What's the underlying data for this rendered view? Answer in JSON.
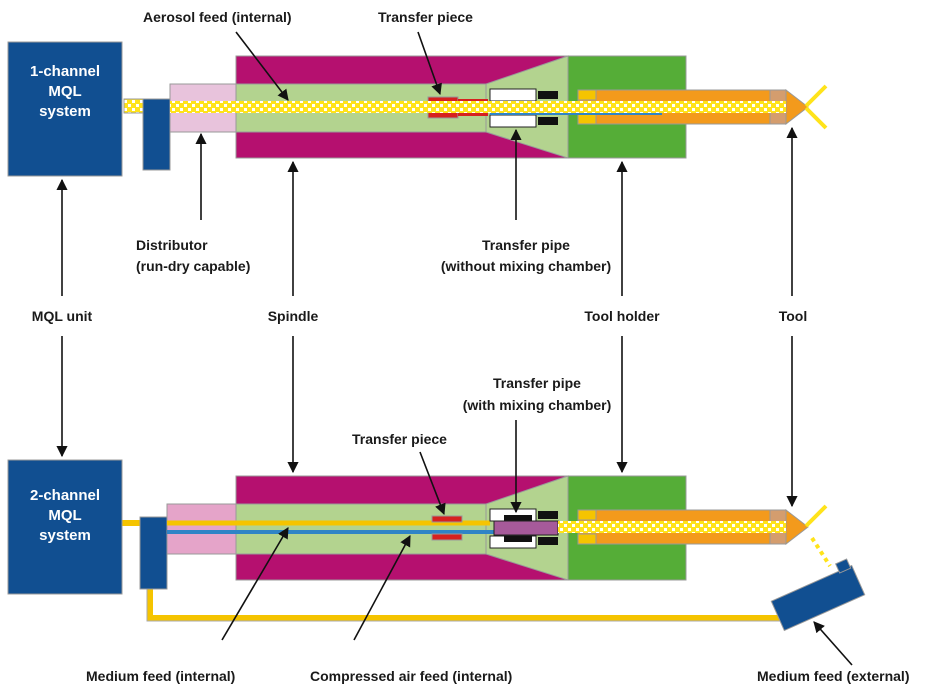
{
  "units": {
    "top": [
      "1-channel",
      "MQL",
      "system"
    ],
    "bottom": [
      "2-channel",
      "MQL",
      "system"
    ]
  },
  "labels": {
    "aerosol_feed": "Aerosol feed (internal)",
    "transfer_piece_top": "Transfer piece",
    "distributor_1": "Distributor",
    "distributor_2": "(run-dry capable)",
    "transfer_pipe_top_1": "Transfer pipe",
    "transfer_pipe_top_2": "(without mixing chamber)",
    "mql_unit": "MQL unit",
    "spindle": "Spindle",
    "tool_holder": "Tool holder",
    "tool": "Tool",
    "transfer_pipe_bottom_1": "Transfer pipe",
    "transfer_pipe_bottom_2": "(with mixing chamber)",
    "transfer_piece_bottom": "Transfer piece",
    "medium_feed_internal": "Medium feed (internal)",
    "compressed_air_feed": "Compressed air feed (internal)",
    "medium_feed_external": "Medium feed (external)"
  },
  "colors": {
    "mql_box": "#114f91",
    "spindle": "#b5106f",
    "spindle_core": "#b3d38f",
    "distributor": "#e8c3dc",
    "tool_holder": "#55ad37",
    "tool": "#f39a1c",
    "aerosol": "#ffe31a",
    "medium_line": "#f5c400",
    "air_line": "#2f84c6",
    "transfer_piece": "#d6211f",
    "arrow": "#111111"
  }
}
